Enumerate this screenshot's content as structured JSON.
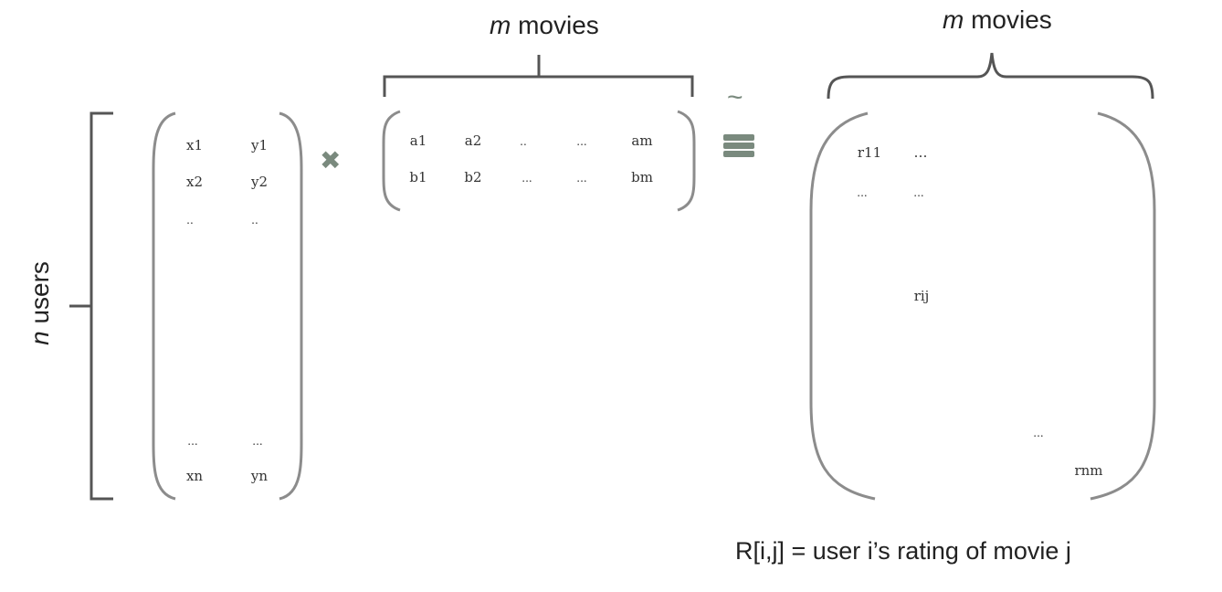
{
  "labels": {
    "users_var": "n",
    "users_word": " users",
    "movies_var_1": "m",
    "movies_word_1": " movies",
    "movies_var_2": "m",
    "movies_word_2": " movies",
    "caption": "R[i,j] = user i’s rating of movie j"
  },
  "user_matrix": {
    "row1": [
      "x1",
      "y1"
    ],
    "row2": [
      "x2",
      "y2"
    ],
    "row3": [
      "..",
      ".."
    ],
    "row4": [
      "...",
      "..."
    ],
    "row5": [
      "xn",
      "yn"
    ]
  },
  "movie_matrix": {
    "row1": [
      "a1",
      "a2",
      "..",
      "...",
      "am"
    ],
    "row2": [
      "b1",
      "b2",
      "...",
      "...",
      "bm"
    ]
  },
  "rating_matrix": {
    "r11": "r11",
    "r11_dots": "…",
    "row2_a": "...",
    "row2_b": "...",
    "rij": "rij",
    "near_end_dots": "...",
    "rnm": "rnm"
  },
  "operators": {
    "multiply": "✖",
    "approx": "~",
    "multiply_icon": "multiply-icon",
    "approx_equals_icon": "approx-equals-icon"
  },
  "colors": {
    "bracket": "#8c8c8c",
    "brace": "#555555",
    "operator": "#7a8a7e"
  }
}
